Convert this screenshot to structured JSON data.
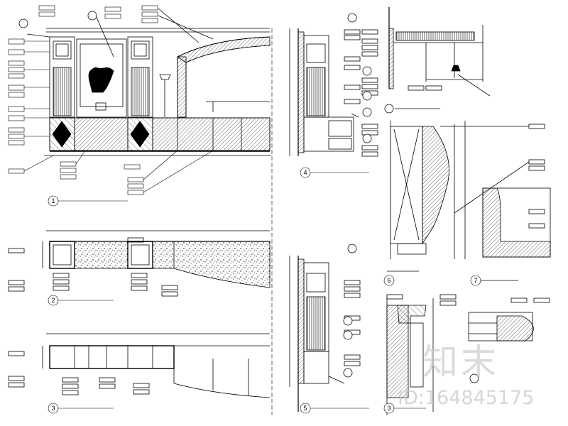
{
  "sheet": {
    "watermark_logo": "知末",
    "watermark_id": "ID:164845175"
  },
  "callouts": {
    "c1": "1",
    "c2": "2",
    "c3": "3",
    "c4": "4",
    "c5": "5",
    "c6": "6",
    "c7": "7",
    "c3b": "3"
  }
}
